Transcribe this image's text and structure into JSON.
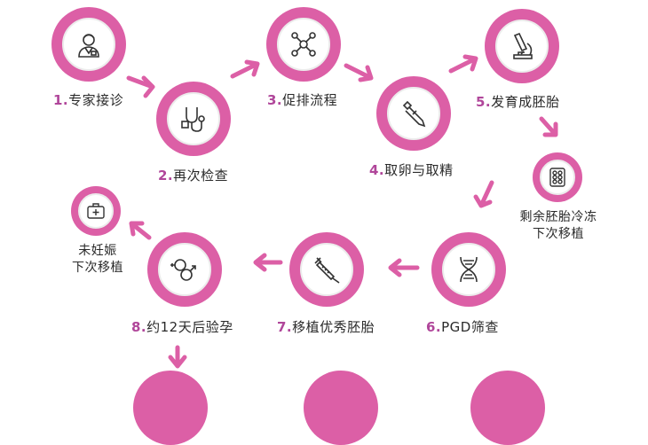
{
  "colors": {
    "accent": "#dc5fa6",
    "number": "#b0469a",
    "text": "#2a2a2a"
  },
  "steps": [
    {
      "num": "1.",
      "label": "专家接诊",
      "icon": "doctor-icon"
    },
    {
      "num": "2.",
      "label": "再次检查",
      "icon": "stethoscope-icon"
    },
    {
      "num": "3.",
      "label": "促排流程",
      "icon": "molecule-icon"
    },
    {
      "num": "4.",
      "label": "取卵与取精",
      "icon": "pipette-icon"
    },
    {
      "num": "5.",
      "label": "发育成胚胎",
      "icon": "microscope-icon"
    },
    {
      "num": "6.",
      "label": "PGD筛查",
      "icon": "dna-icon"
    },
    {
      "num": "7.",
      "label": "移植优秀胚胎",
      "icon": "syringe-icon"
    },
    {
      "num": "8.",
      "label": "约12天后验孕",
      "icon": "gender-icon"
    }
  ],
  "branches": {
    "frozen": {
      "line1": "剩余胚胎冷冻",
      "line2": "下次移植",
      "icon": "blister-pack-icon"
    },
    "not_pregnant": {
      "line1": "未妊娠",
      "line2": "下次移植",
      "icon": "medical-kit-icon"
    }
  }
}
